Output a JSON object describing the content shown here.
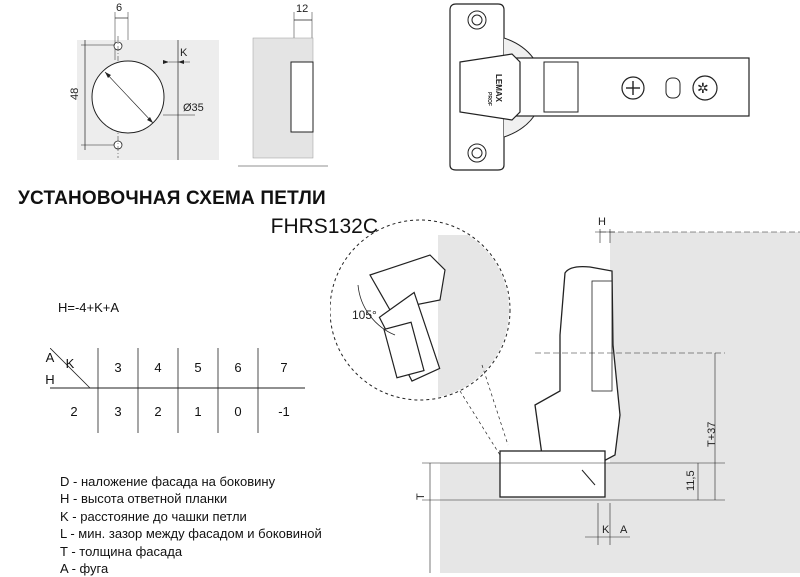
{
  "title": "УСТАНОВОЧНАЯ СХЕМА ПЕТЛИ",
  "model": "FHRS132C",
  "formula": "H=-4+K+A",
  "table": {
    "corner_a": "A",
    "corner_k": "K",
    "corner_h": "H",
    "k_values": [
      "3",
      "4",
      "5",
      "6",
      "7"
    ],
    "h_values": [
      "2",
      "3",
      "2",
      "1",
      "0",
      "-1"
    ]
  },
  "legend": [
    "D - наложение фасада на боковину",
    "H - высота ответной планки",
    "K - расстояние до чашки петли",
    "L - мин. зазор между фасадом и боковиной",
    "T - толщина фасада",
    "A - фуга"
  ],
  "top_drawing": {
    "dim_6": "6",
    "dim_48": "48",
    "dim_k": "K",
    "dim_d35": "Ø35",
    "dim_12": "12"
  },
  "brand": {
    "name": "LEMAX",
    "sub": "PROF"
  },
  "bottom_drawing": {
    "angle": "105°",
    "dim_h": "H",
    "dim_t37": "T+37",
    "dim_t": "T",
    "dim_11_5": "11,5",
    "dim_k": "K",
    "dim_a": "A"
  }
}
